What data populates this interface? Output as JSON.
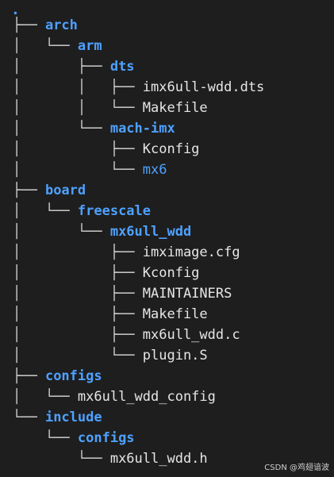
{
  "root": ".",
  "tree": [
    {
      "prefix": "├── ",
      "name": "arch",
      "type": "dir"
    },
    {
      "prefix": "│   └── ",
      "name": "arm",
      "type": "dir"
    },
    {
      "prefix": "│       ├── ",
      "name": "dts",
      "type": "dir"
    },
    {
      "prefix": "│       │   ├── ",
      "name": "imx6ull-wdd.dts",
      "type": "file"
    },
    {
      "prefix": "│       │   └── ",
      "name": "Makefile",
      "type": "file"
    },
    {
      "prefix": "│       └── ",
      "name": "mach-imx",
      "type": "dir"
    },
    {
      "prefix": "│           ├── ",
      "name": "Kconfig",
      "type": "file"
    },
    {
      "prefix": "│           └── ",
      "name": "mx6",
      "type": "dir-plain"
    },
    {
      "prefix": "├── ",
      "name": "board",
      "type": "dir"
    },
    {
      "prefix": "│   └── ",
      "name": "freescale",
      "type": "dir"
    },
    {
      "prefix": "│       └── ",
      "name": "mx6ull_wdd",
      "type": "dir"
    },
    {
      "prefix": "│           ├── ",
      "name": "imximage.cfg",
      "type": "file"
    },
    {
      "prefix": "│           ├── ",
      "name": "Kconfig",
      "type": "file"
    },
    {
      "prefix": "│           ├── ",
      "name": "MAINTAINERS",
      "type": "file"
    },
    {
      "prefix": "│           ├── ",
      "name": "Makefile",
      "type": "file"
    },
    {
      "prefix": "│           ├── ",
      "name": "mx6ull_wdd.c",
      "type": "file"
    },
    {
      "prefix": "│           └── ",
      "name": "plugin.S",
      "type": "file"
    },
    {
      "prefix": "├── ",
      "name": "configs",
      "type": "dir"
    },
    {
      "prefix": "│   └── ",
      "name": "mx6ull_wdd_config",
      "type": "file"
    },
    {
      "prefix": "└── ",
      "name": "include",
      "type": "dir"
    },
    {
      "prefix": "    └── ",
      "name": "configs",
      "type": "dir"
    },
    {
      "prefix": "        └── ",
      "name": "mx6ull_wdd.h",
      "type": "file"
    }
  ],
  "watermark": "CSDN @鸡翅谙波"
}
